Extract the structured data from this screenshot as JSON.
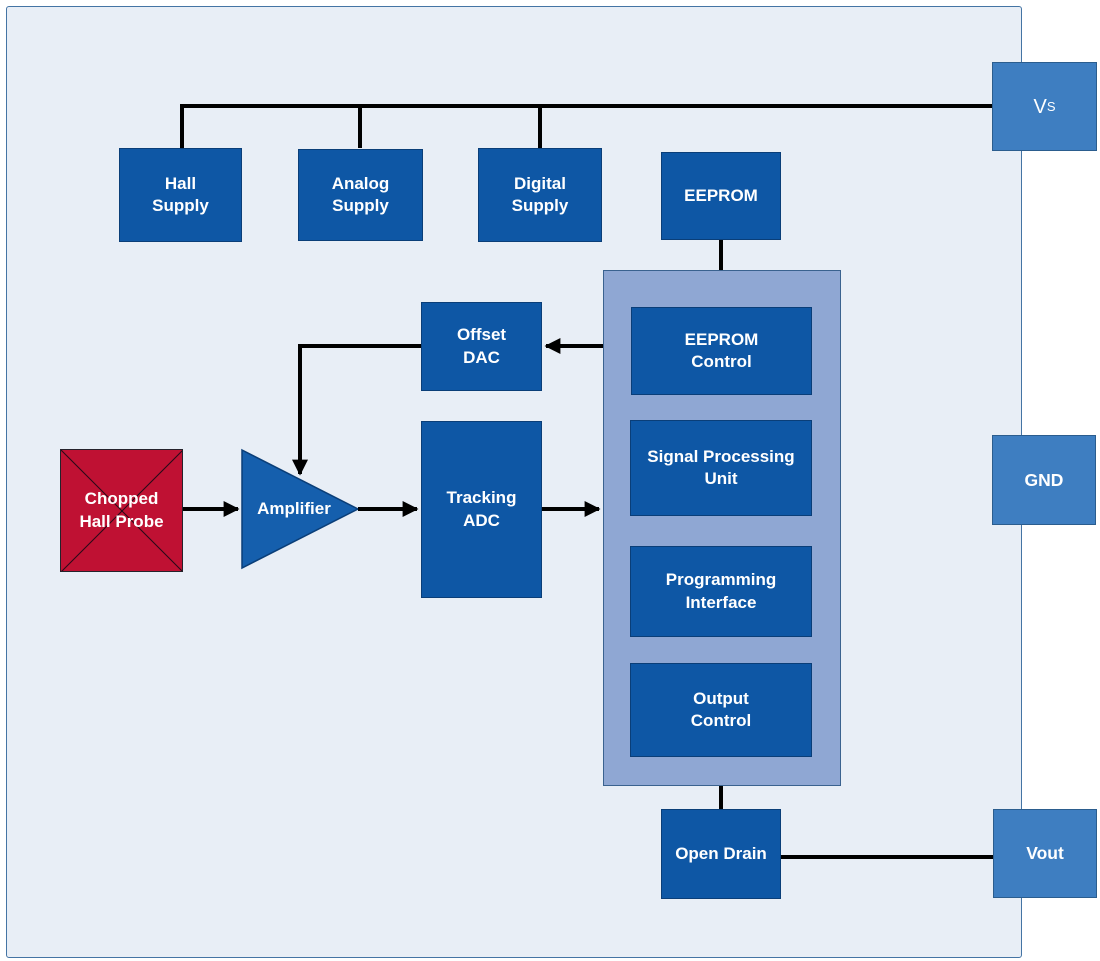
{
  "colors": {
    "chip_fill": "#e8eef6",
    "chip_border": "#4474a4",
    "block_fill": "#0e57a5",
    "block_border": "#0a3e78",
    "pad_fill": "#3e7ec1",
    "pad_border": "#2b5d8e",
    "container_fill": "#8fa7d3",
    "container_border": "#3a628f",
    "probe_fill": "#bf1133",
    "probe_border": "#25222b",
    "amp_fill": "#155fad",
    "line_color": "#000000",
    "text_color": "#ffffff"
  },
  "blocks": {
    "hall_supply": "Hall\nSupply",
    "analog_supply": "Analog\nSupply",
    "digital_supply": "Digital\nSupply",
    "eeprom": "EEPROM",
    "offset_dac": "Offset\nDAC",
    "tracking_adc": "Tracking\nADC",
    "amplifier": "Amplifier",
    "chopped_hall_probe": "Chopped\nHall Probe",
    "eeprom_control": "EEPROM\nControl",
    "signal_processing_unit": "Signal Processing\nUnit",
    "programming_interface": "Programming\nInterface",
    "output_control": "Output\nControl",
    "open_drain": "Open Drain"
  },
  "pads": {
    "vs": {
      "main": "V",
      "sub": "S"
    },
    "gnd": "GND",
    "vout": "Vout"
  }
}
